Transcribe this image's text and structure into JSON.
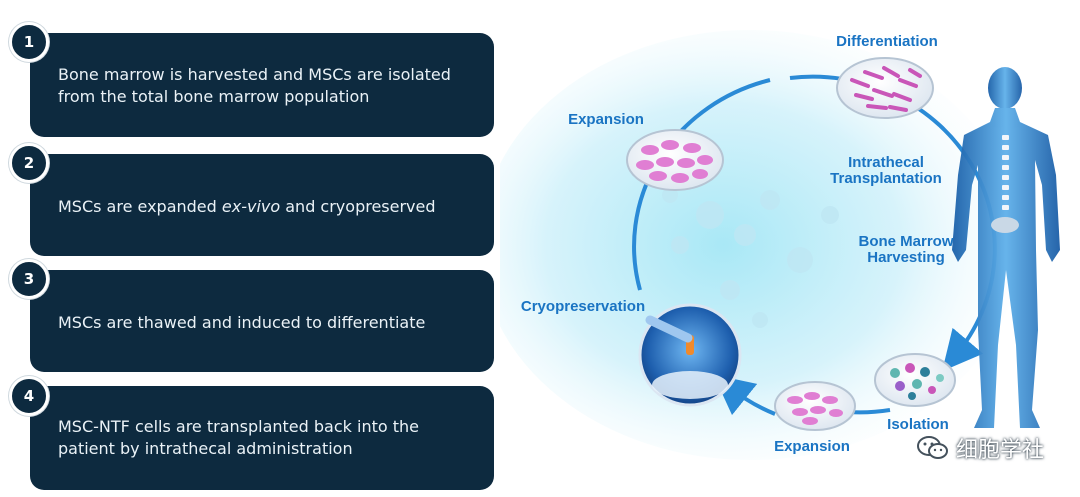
{
  "steps": [
    {
      "number": "1",
      "lines": [
        "Bone marrow is harvested and MSCs are isolated",
        "from the total bone marrow population"
      ]
    },
    {
      "number": "2",
      "text_before": "MSCs are expanded ",
      "text_italic": "ex-vivo",
      "text_after": " and cryopreserved"
    },
    {
      "number": "3",
      "text": "MSCs are thawed and induced to differentiate"
    },
    {
      "number": "4",
      "lines": [
        "MSC-NTF cells are transplanted back into the",
        "patient by intrathecal administration"
      ]
    }
  ],
  "cycle_labels": {
    "differentiation": "Differentiation",
    "expansion_top": "Expansion",
    "intrathecal_1": "Intrathecal",
    "intrathecal_2": "Transplantation",
    "bone_marrow_1": "Bone Marrow",
    "bone_marrow_2": "Harvesting",
    "cryopreservation": "Cryopreservation",
    "isolation": "Isolation",
    "expansion_bottom": "Expansion"
  },
  "watermark": "细胞学社",
  "colors": {
    "panel": "#0d2a3f",
    "label_blue": "#1a74c3",
    "ring": "#2a8ad6",
    "cell_pink": "#c956b8"
  },
  "icons": {
    "watermark_icon": "wechat-icon",
    "body": "human-silhouette",
    "dishes": "petri-dish"
  }
}
